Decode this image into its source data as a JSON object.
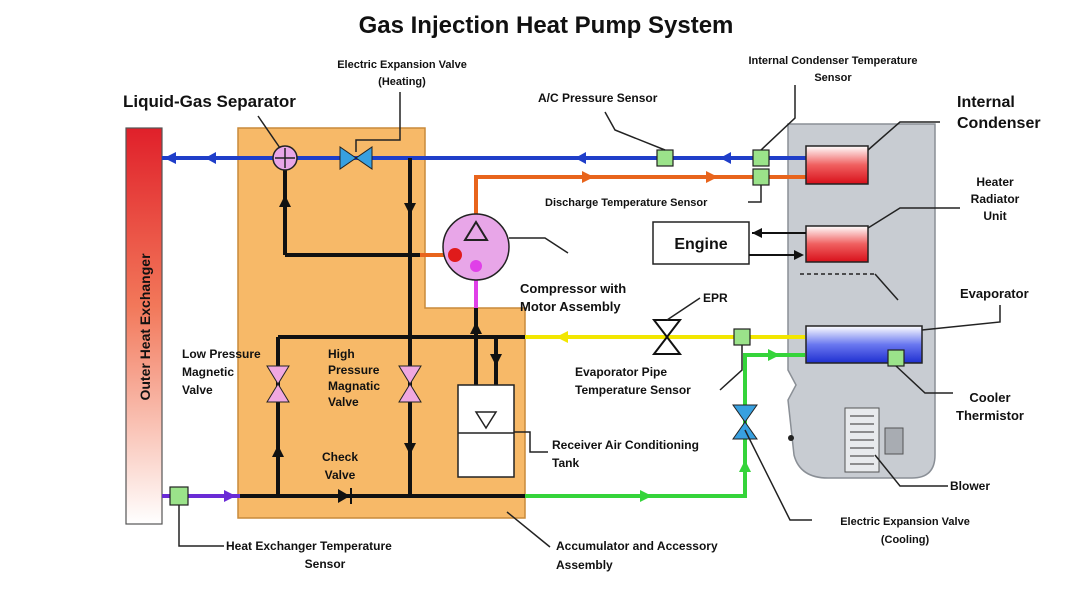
{
  "title": "Gas Injection Heat Pump System",
  "labels": {
    "liquid_gas_separator": "Liquid-Gas Separator",
    "eev_heating_1": "Electric Expansion Valve",
    "eev_heating_2": "(Heating)",
    "ac_pressure_sensor": "A/C Pressure Sensor",
    "icts_1": "Internal Condenser Temperature",
    "icts_2": "Sensor",
    "internal_condenser_1": "Internal",
    "internal_condenser_2": "Condenser",
    "discharge_temp_sensor": "Discharge Temperature Sensor",
    "heater_1": "Heater",
    "heater_2": "Radiator",
    "heater_3": "Unit",
    "engine": "Engine",
    "compressor_1": "Compressor with",
    "compressor_2": "Motor Assembly",
    "epr": "EPR",
    "evaporator": "Evaporator",
    "outer_heat_exchanger": "Outer Heat Exchanger",
    "lpmv_1": "Low Pressure",
    "lpmv_2": "Magnetic",
    "lpmv_3": "Valve",
    "hpmv_1": "High",
    "hpmv_2": "Pressure",
    "hpmv_3": "Magnatic",
    "hpmv_4": "Valve",
    "evap_pipe_1": "Evaporator Pipe",
    "evap_pipe_2": "Temperature Sensor",
    "cooler_1": "Cooler",
    "cooler_2": "Thermistor",
    "receiver_1": "Receiver Air Conditioning",
    "receiver_2": "Tank",
    "check_valve_1": "Check",
    "check_valve_2": "Valve",
    "blower": "Blower",
    "hets_1": "Heat Exchanger Temperature",
    "hets_2": "Sensor",
    "accumulator_1": "Accumulator and Accessory",
    "accumulator_2": "Assembly",
    "eev_cooling_1": "Electric Expansion Valve",
    "eev_cooling_2": "(Cooling)"
  },
  "colors": {
    "orange_assembly": "#f7b968",
    "blue_line": "#1f3ec9",
    "orange_line": "#e8641c",
    "yellow_line": "#f2e600",
    "green_line": "#35d43a",
    "purple_line": "#6a2bd6",
    "magenta_line": "#e040e8",
    "highlight_red": "#e01b1b",
    "sensor_green": "#9be38a",
    "valve_pink": "#f0a8e0",
    "valve_blue": "#38a0e0",
    "hvac_gray": "#c8ccd2"
  }
}
